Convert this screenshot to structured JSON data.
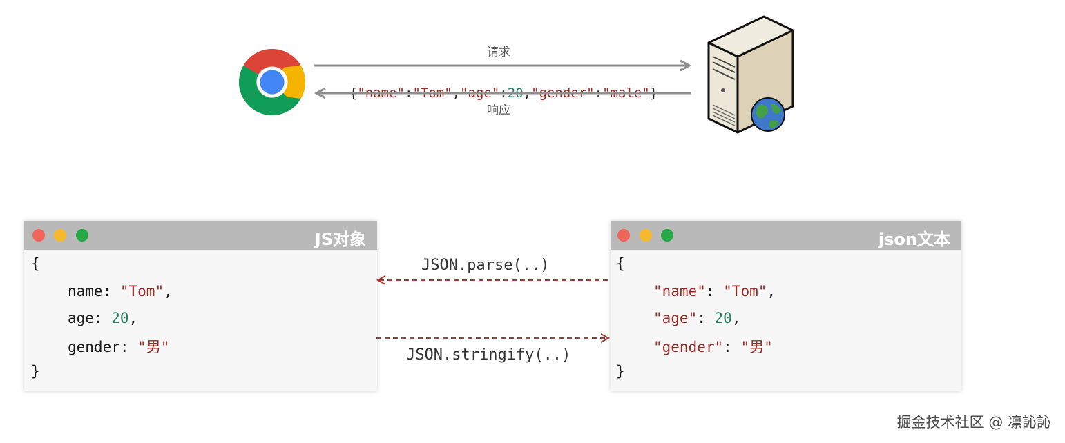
{
  "top": {
    "request_label": "请求",
    "response_label": "响应",
    "payload": {
      "open": "{",
      "k1": "\"name\"",
      "c1": ":",
      "v1": "\"Tom\"",
      "s1": ",",
      "k2": "\"age\"",
      "c2": ":",
      "v2": "20",
      "s2": ",",
      "k3": "\"gender\"",
      "c3": ":",
      "v3": "\"male\"",
      "close": "}"
    }
  },
  "left_window": {
    "title": "JS对象",
    "open": "{",
    "rows": [
      {
        "key": "name",
        "sep": ": ",
        "value": "\"Tom\"",
        "tail": ","
      },
      {
        "key": "age",
        "sep": ": ",
        "value": "20",
        "tail": ","
      },
      {
        "key": "gender",
        "sep": ": ",
        "value": "\"男\"",
        "tail": ""
      }
    ],
    "close": "}"
  },
  "right_window": {
    "title": "json文本",
    "open": "{",
    "rows": [
      {
        "key": "\"name\"",
        "sep": ": ",
        "value": "\"Tom\"",
        "tail": ","
      },
      {
        "key": "\"age\"",
        "sep": ": ",
        "value": "20",
        "tail": ","
      },
      {
        "key": "\"gender\"",
        "sep": ": ",
        "value": "\"男\"",
        "tail": ""
      }
    ],
    "close": "}"
  },
  "methods": {
    "parse": "JSON.parse(..)",
    "stringify": "JSON.stringify(..)"
  },
  "watermark": "掘金技术社区 @ 凛訫訫",
  "icons": {
    "browser": "chrome-icon",
    "server": "server-globe-icon"
  },
  "colors": {
    "string": "#9b2a24",
    "number": "#2a7f63",
    "arrow_gray": "#8f8f8f",
    "arrow_dashed": "#a33a33"
  }
}
